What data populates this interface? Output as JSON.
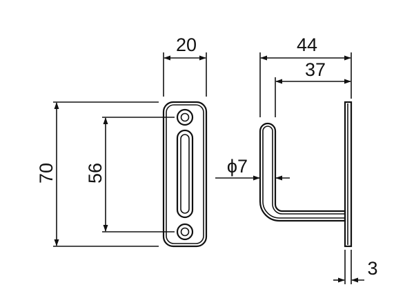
{
  "dimensions": {
    "plate_width": "20",
    "hook_depth_overall": "44",
    "hook_depth_inner": "37",
    "plate_height": "70",
    "hole_spacing": "56",
    "rod_diameter": "ϕ7",
    "plate_thickness": "3"
  },
  "colors": {
    "line": "#111111",
    "background": "#ffffff"
  }
}
